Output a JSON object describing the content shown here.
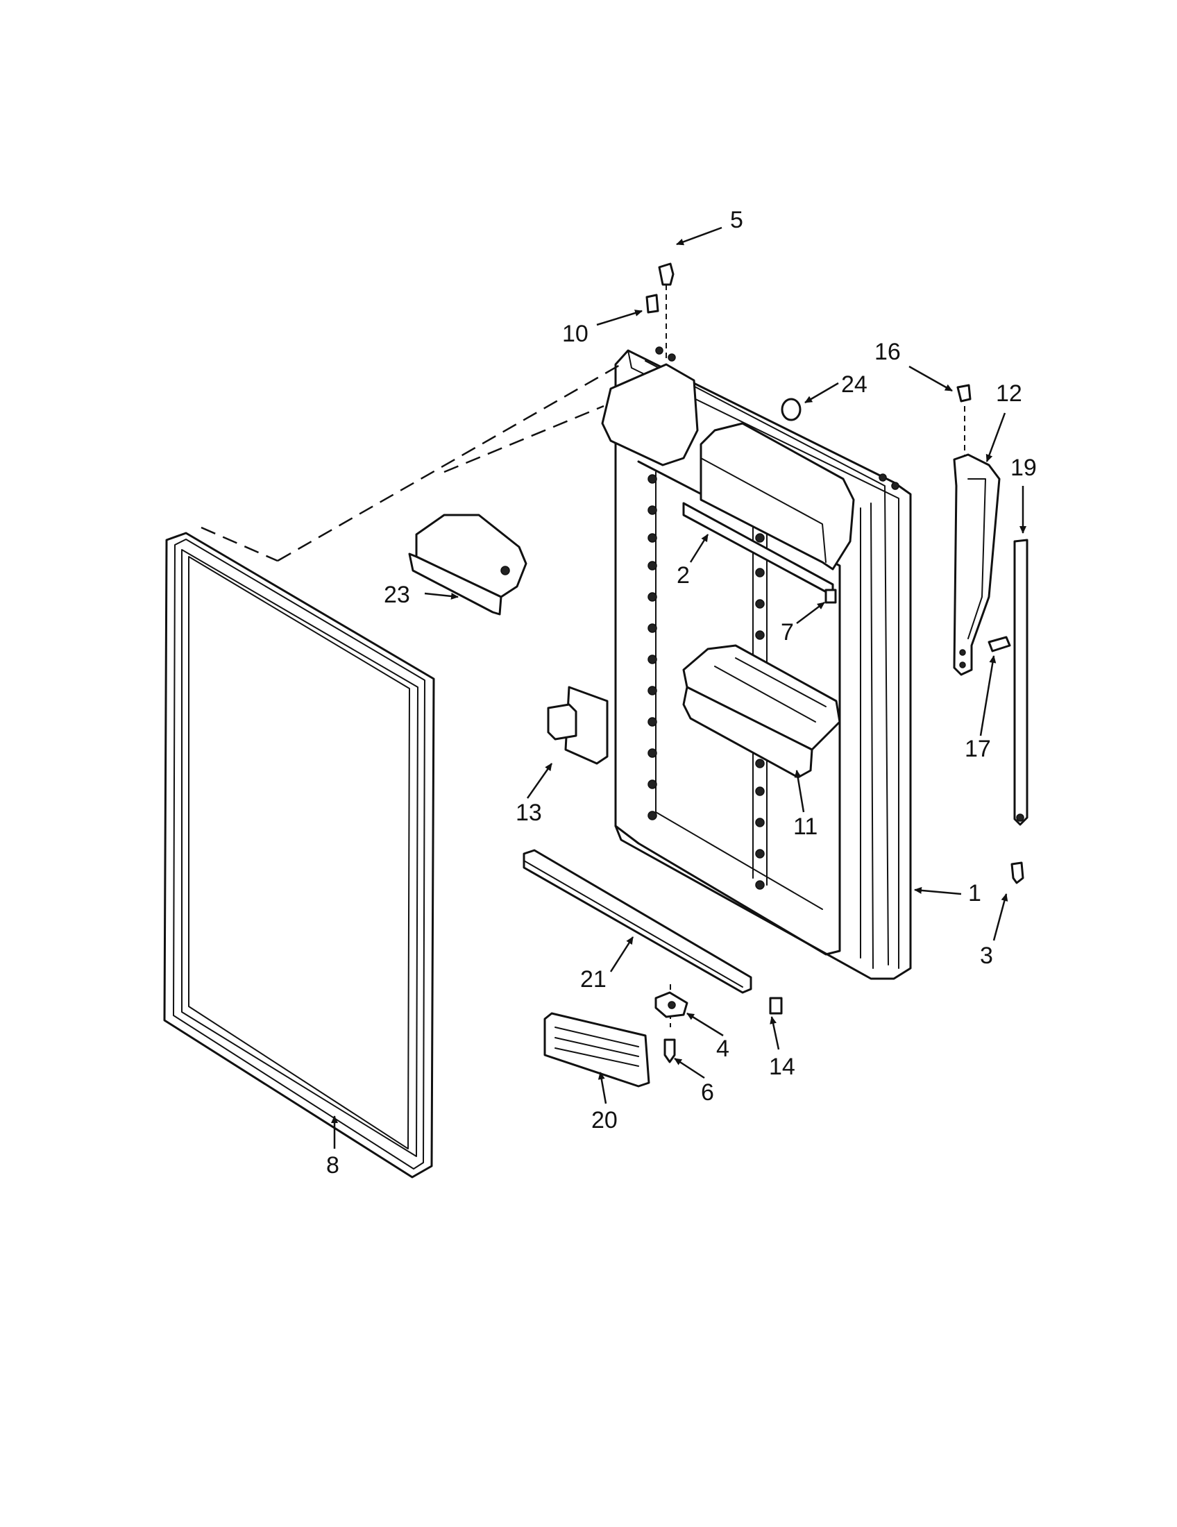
{
  "callouts": [
    {
      "id": "c1",
      "text": "1"
    },
    {
      "id": "c2",
      "text": "2"
    },
    {
      "id": "c3",
      "text": "3"
    },
    {
      "id": "c4",
      "text": "4"
    },
    {
      "id": "c5",
      "text": "5"
    },
    {
      "id": "c6",
      "text": "6"
    },
    {
      "id": "c7",
      "text": "7"
    },
    {
      "id": "c8",
      "text": "8"
    },
    {
      "id": "c10",
      "text": "10"
    },
    {
      "id": "c11",
      "text": "11"
    },
    {
      "id": "c12",
      "text": "12"
    },
    {
      "id": "c13",
      "text": "13"
    },
    {
      "id": "c14",
      "text": "14"
    },
    {
      "id": "c16",
      "text": "16"
    },
    {
      "id": "c17",
      "text": "17"
    },
    {
      "id": "c19",
      "text": "19"
    },
    {
      "id": "c20",
      "text": "20"
    },
    {
      "id": "c21",
      "text": "21"
    },
    {
      "id": "c23",
      "text": "23"
    },
    {
      "id": "c24",
      "text": "24"
    }
  ]
}
